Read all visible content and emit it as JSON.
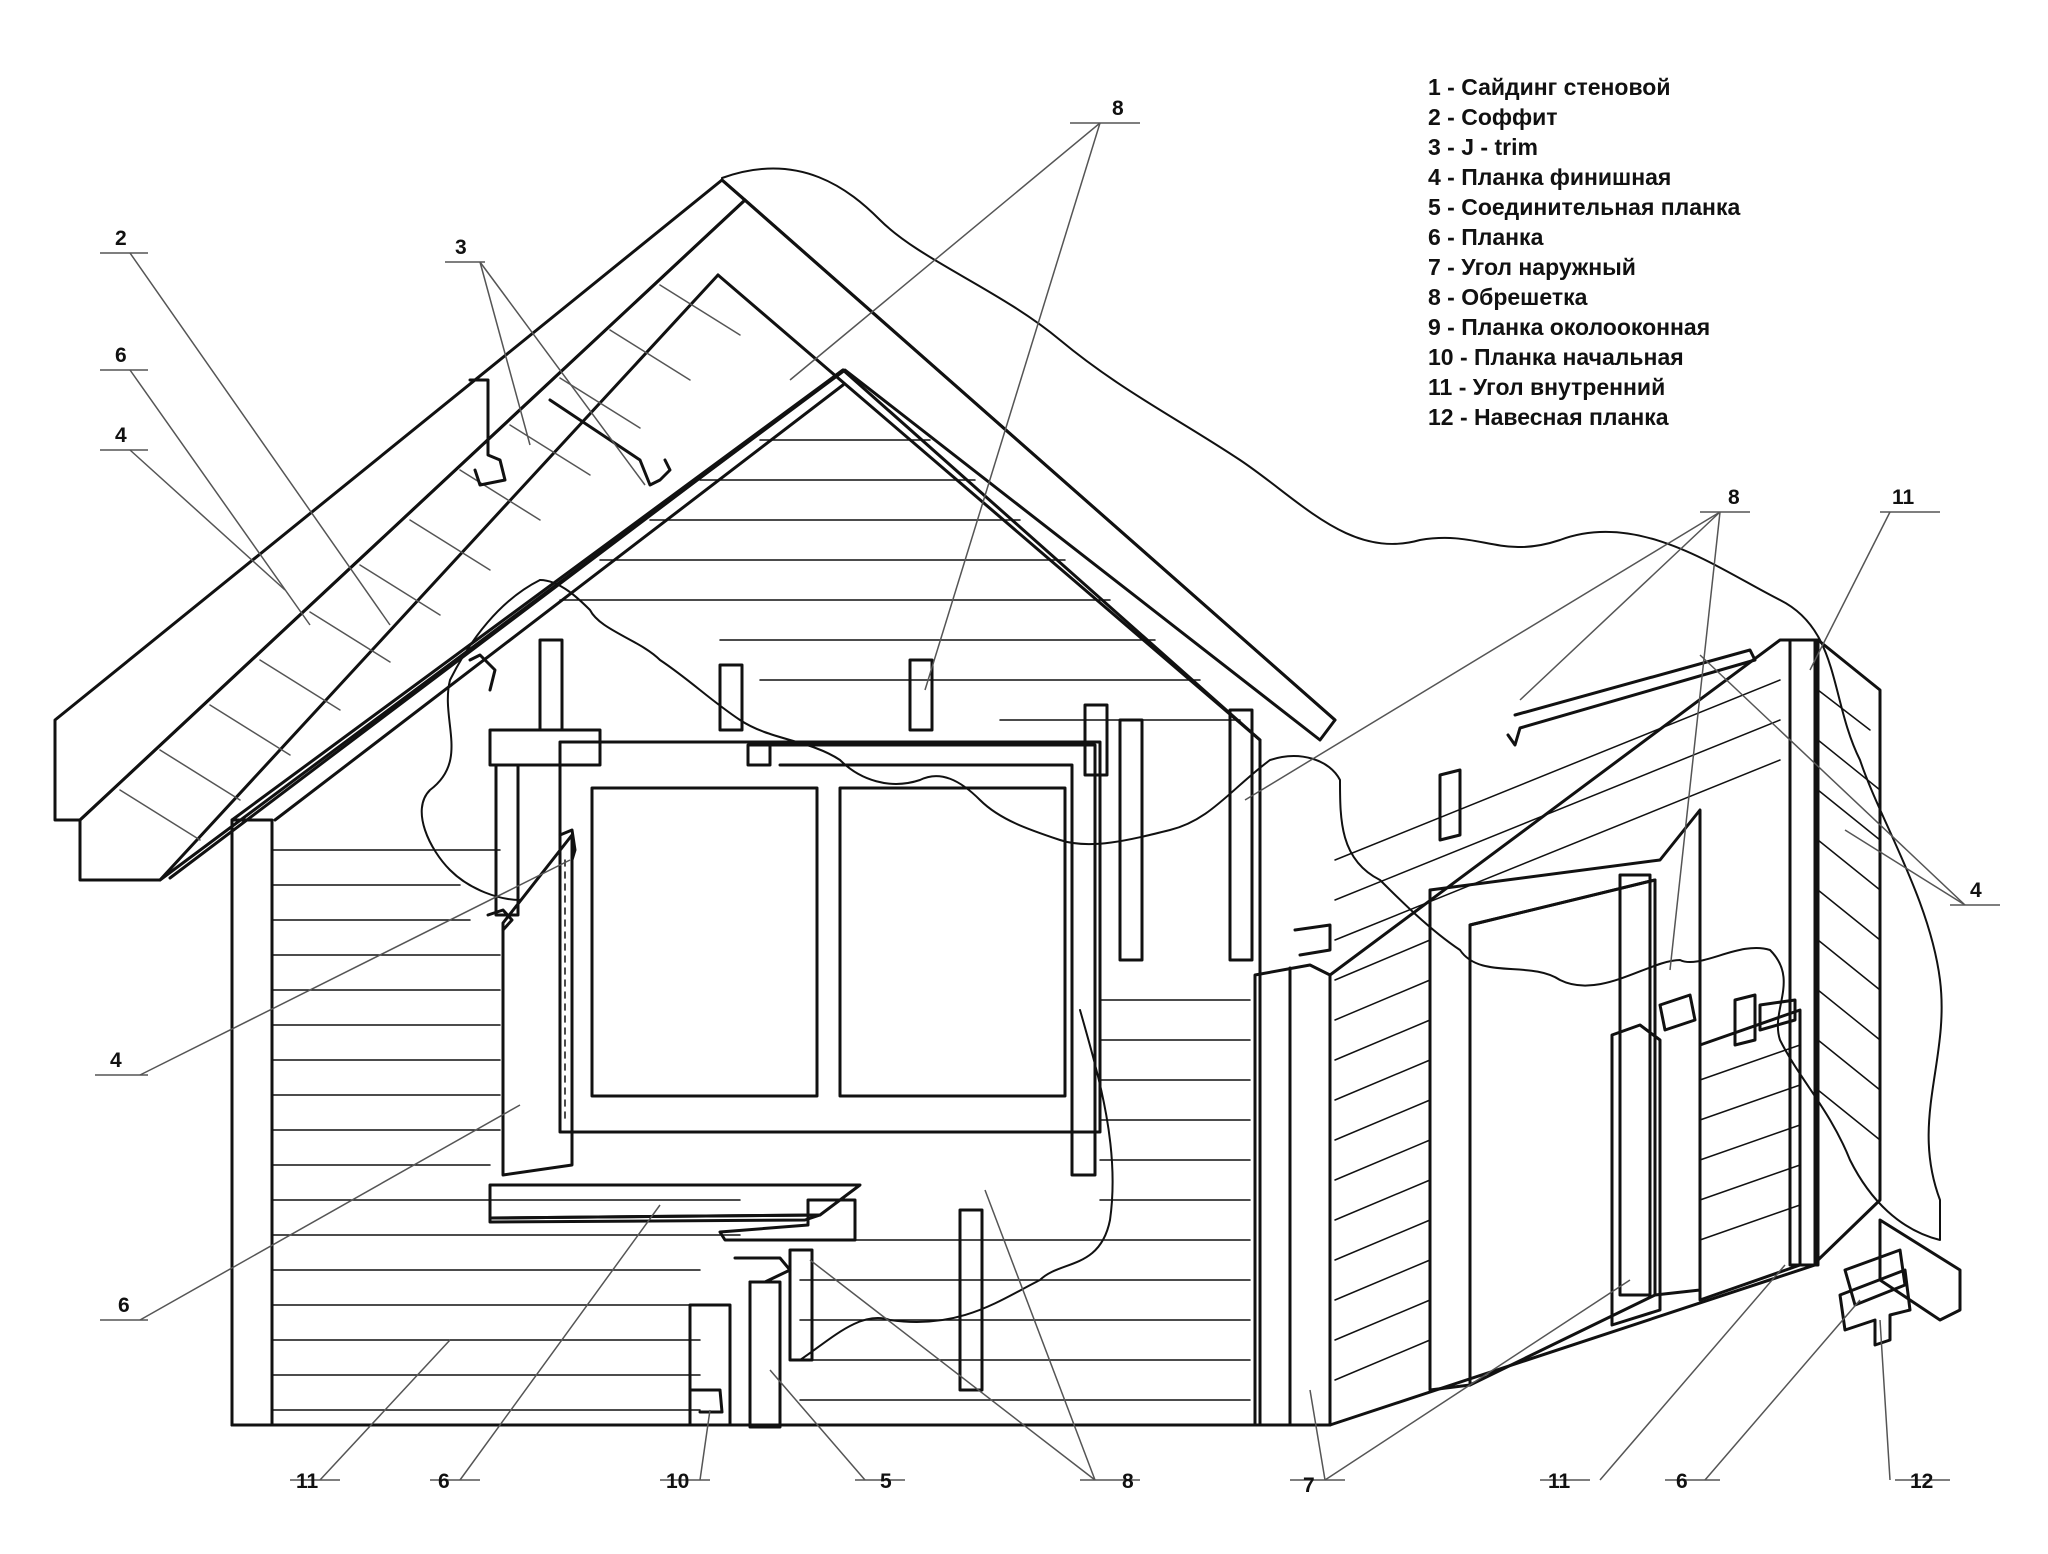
{
  "legend": {
    "items": [
      "1 - Сайдинг стеновой",
      "2 - Соффит",
      "3 - J - trim",
      "4 - Планка финишная",
      "5 - Соединительная планка",
      "6 - Планка",
      "7 - Угол наружный",
      "8 - Обрешетка",
      "9 - Планка околооконная",
      "10 - Планка начальная",
      "11 - Угол внутренний",
      "12 - Навесная планка"
    ]
  },
  "callouts": {
    "c2": "2",
    "c6_top": "6",
    "c4_left": "4",
    "c3": "3",
    "c8_top": "8",
    "c8_right": "8",
    "c11_right": "11",
    "c4_right": "4",
    "c4_mid": "4",
    "c6_mid": "6",
    "c11_bottom": "11",
    "c6_bottom": "6",
    "c10": "10",
    "c5": "5",
    "c8_bottom": "8",
    "c7": "7",
    "c11_bottom_right": "11",
    "c6_bottom_right": "6",
    "c12": "12"
  },
  "colors": {
    "ink": "#111111",
    "leader": "#555555",
    "paper": "#ffffff"
  }
}
